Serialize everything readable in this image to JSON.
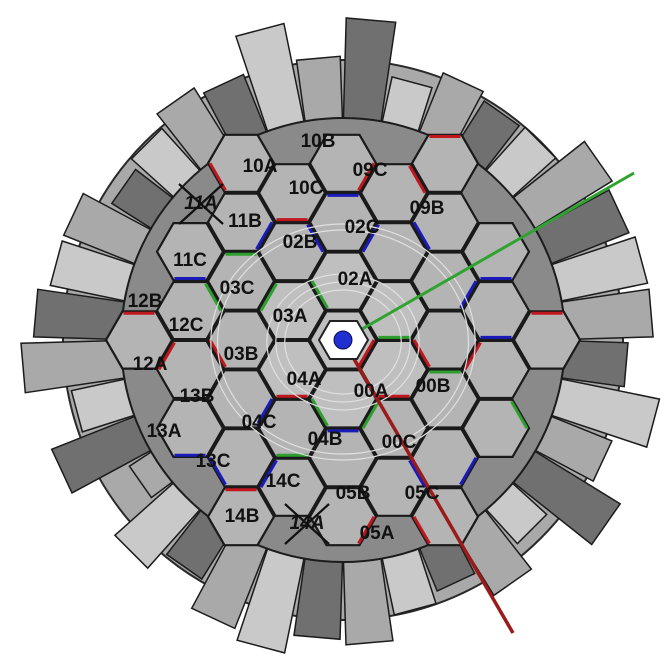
{
  "diagram": {
    "crystal_labels": [
      "00A",
      "00B",
      "00C",
      "02A",
      "02B",
      "02C",
      "03A",
      "03B",
      "03C",
      "04A",
      "04B",
      "04C",
      "05A",
      "05B",
      "05C",
      "09B",
      "09C",
      "10A",
      "10B",
      "10C",
      "11A",
      "11B",
      "11C",
      "12A",
      "12B",
      "12C",
      "13A",
      "13B",
      "13C",
      "14A",
      "14B",
      "14C"
    ],
    "crossed_out": [
      "11A",
      "14A"
    ],
    "colors": {
      "housing_light": "#c9c9c9",
      "housing_mid": "#a9a9a9",
      "housing_dark": "#707070",
      "crystal_face": "#b4b4b4",
      "inner_crystal_face": "#bfbfbf",
      "edge_red": "#c0161e",
      "edge_blue": "#1a1ab8",
      "edge_green": "#2e9e2e",
      "beam_axis": "#9b1b1b",
      "beam_axis_green": "#2fa32f",
      "target_dot": "#1f2fd0",
      "cross_mark": "#111111"
    }
  }
}
